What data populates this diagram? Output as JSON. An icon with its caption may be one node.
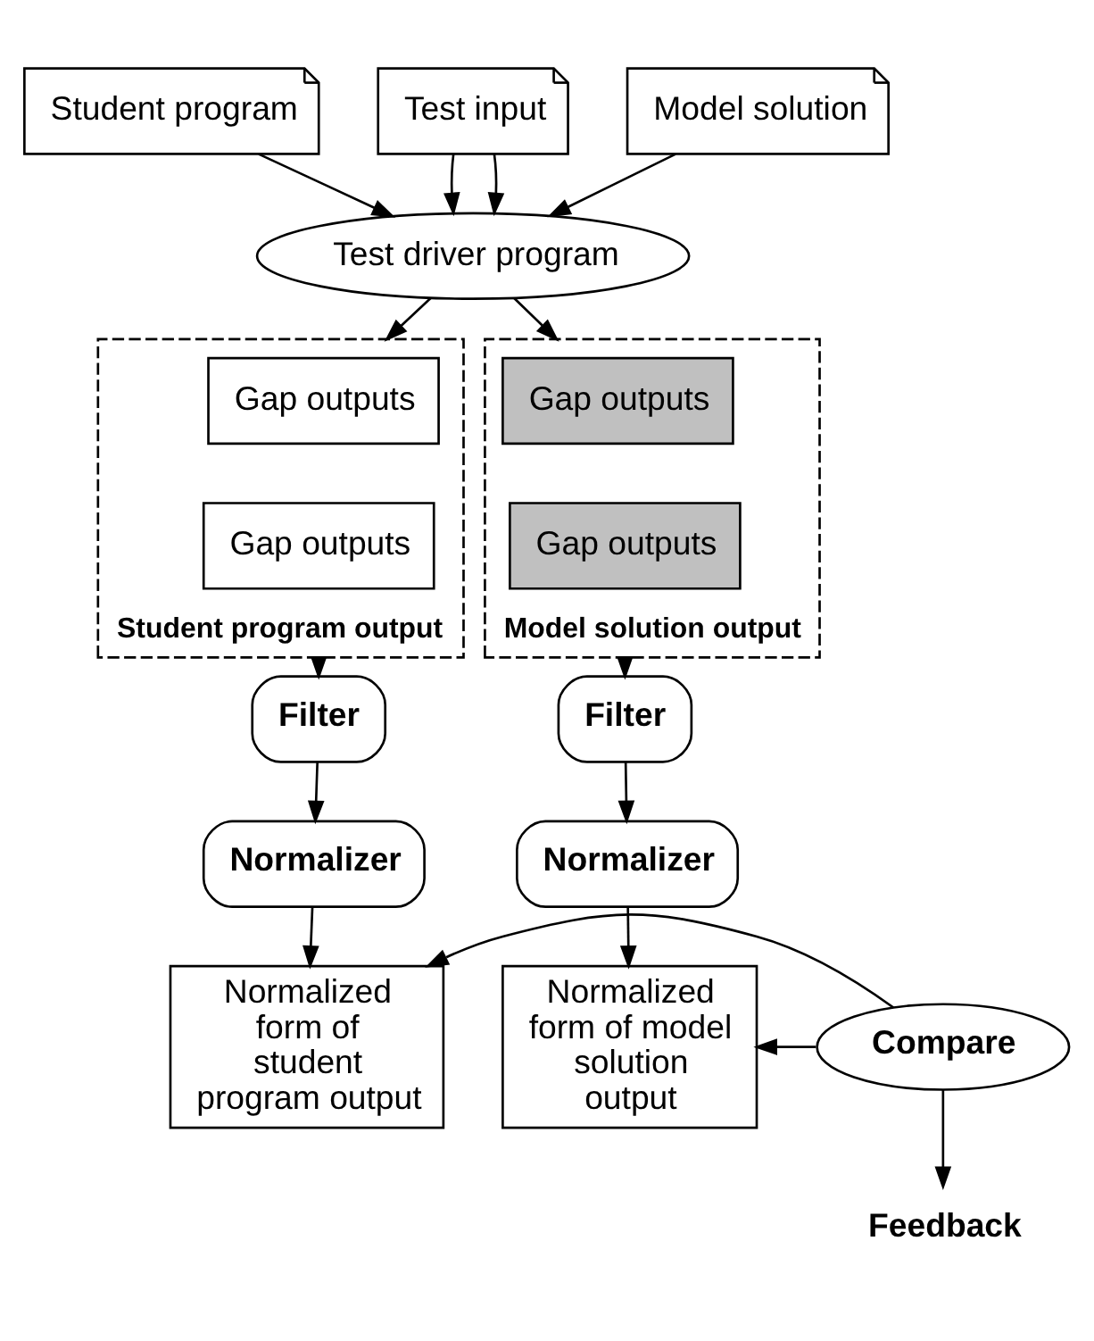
{
  "diagram": {
    "nodes": [
      {
        "text": [
          "Student program"
        ]
      },
      {
        "text": [
          "Test input"
        ]
      },
      {
        "text": [
          "Model solution"
        ]
      },
      {
        "text": [
          "Test driver program"
        ]
      },
      {
        "text": [
          "Student program output"
        ]
      },
      {
        "text": [
          "Gap outputs"
        ],
        "in": 4
      },
      {
        "text": [
          "Gap outputs"
        ],
        "in": 4
      },
      {
        "text": [
          "Model solution output"
        ]
      },
      {
        "text": [
          "Gap outputs"
        ],
        "in": 7
      },
      {
        "text": [
          "Gap outputs"
        ],
        "in": 7
      },
      {
        "text": [
          "Filter"
        ]
      },
      {
        "text": [
          "Normalizer"
        ]
      },
      {
        "text": [
          "Normalized form of student program output"
        ]
      },
      {
        "text": [
          "Filter"
        ]
      },
      {
        "text": [
          "Normalizer"
        ]
      },
      {
        "text": [
          "Normalized form of model solution output"
        ]
      },
      {
        "text": [
          "Compare"
        ]
      },
      {
        "text": [
          "Feedback"
        ]
      }
    ],
    "edges": [
      {
        "from": 0,
        "to": 3,
        "arrow": "to"
      },
      {
        "from": 1,
        "to": 3,
        "arrow": "to"
      },
      {
        "from": 1,
        "to": 3,
        "arrow": "to"
      },
      {
        "from": 2,
        "to": 3,
        "arrow": "to"
      },
      {
        "from": 3,
        "to": 4,
        "arrow": "to"
      },
      {
        "from": 3,
        "to": 7,
        "arrow": "to"
      },
      {
        "from": 4,
        "to": 10,
        "arrow": "to"
      },
      {
        "from": 10,
        "to": 11,
        "arrow": "to"
      },
      {
        "from": 11,
        "to": 12,
        "arrow": "to"
      },
      {
        "from": 7,
        "to": 13,
        "arrow": "to"
      },
      {
        "from": 13,
        "to": 14,
        "arrow": "to"
      },
      {
        "from": 14,
        "to": 15,
        "arrow": "to"
      },
      {
        "from": 16,
        "to": 12,
        "arrow": "to"
      },
      {
        "from": 16,
        "to": 15,
        "arrow": "to"
      },
      {
        "from": 16,
        "to": 17,
        "arrow": "to"
      }
    ]
  }
}
